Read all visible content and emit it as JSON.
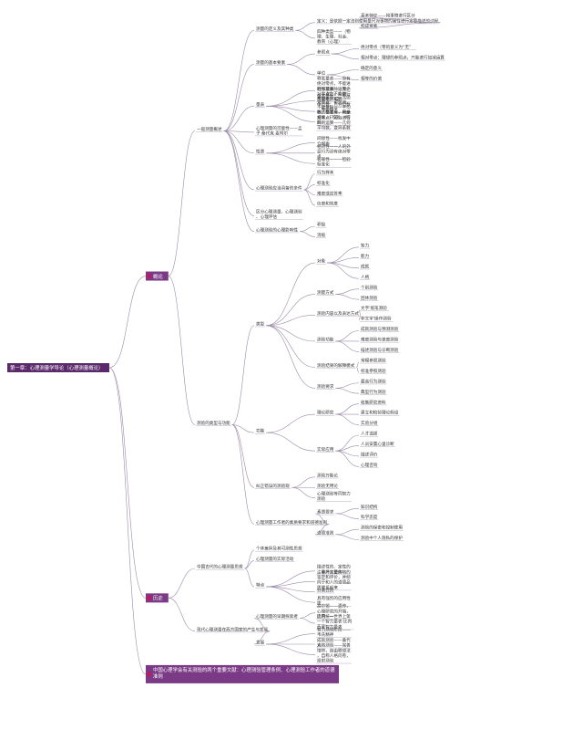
{
  "colors": {
    "root_bg": "#5b2a6b",
    "section_bg": "#7b3a86",
    "accent_pink": "#c2185b",
    "line": "#9a8aa8",
    "text": "#333333"
  },
  "root": "第一章：心理测量学导论（心理测量概论）",
  "sections": [
    {
      "label": "概论",
      "children": [
        {
          "label": "一般测量概述",
          "children": [
            {
              "label": "测量的定义及其种类",
              "children": [
                {
                  "label": "定义：是依据一定法则使用量尺对事物的属性进行定量描述的过程",
                  "children": [
                    {
                      "label": "基本特征——将事物进行区分"
                    },
                    {
                      "label": "构成要素"
                    }
                  ]
                },
                {
                  "label": "四种类型——（物理、生理、社会、教育（心理）"
                }
              ]
            },
            {
              "label": "测量的基本要素",
              "children": [
                {
                  "label": "参照点",
                  "children": [
                    {
                      "label": "绝对零点（零的意义为“无”"
                    },
                    {
                      "label": "相对零点：理想的参照点，只能进行加减运算"
                    }
                  ]
                },
                {
                  "label": "单位",
                  "children": [
                    {
                      "label": "确定的意义"
                    },
                    {
                      "label": "相等的价值"
                    }
                  ]
                }
              ]
            },
            {
              "label": "量表",
              "children": [
                {
                  "label": "称名量表——没有绝对零点，不能进行加减乘除运算，——次数，众数，百分比，X2"
                },
                {
                  "label": "顺序量表——无绝对零点，不能进行加减乘除运算——中位数，百分位数，等级相关"
                },
                {
                  "label": "等距量表——无绝对零点，可加减，不能乘除——平均数，标准差，积差相关，F检验，t检验"
                },
                {
                  "label": "等比量表——有绝对零点，可以进行四则运算——几何平均数，变异系数"
                }
              ]
            },
            {
              "label": "心理测量的可能性——孟子 桑代克 麦柯尔"
            },
            {
              "label": "性质",
              "children": [
                {
                  "label": "间接性——找发中介媒质"
                },
                {
                  "label": "相对性——人的外显行为没有绝对零点"
                },
                {
                  "label": "客观性———检验标准化"
                }
              ]
            },
            {
              "label": "心理测验应当具备的条件",
              "children": [
                {
                  "label": "行为样本"
                },
                {
                  "label": "标准化"
                },
                {
                  "label": "难度或应答率"
                },
                {
                  "label": "信度和效度"
                }
              ]
            },
            {
              "label": "区分心理测量、心理测验、心理评估"
            },
            {
              "label": "心理测验的心理影响性",
              "children": [
                {
                  "label": "积极"
                },
                {
                  "label": "消极"
                }
              ]
            }
          ]
        },
        {
          "label": "测验的类型与功能",
          "children": [
            {
              "label": "类型",
              "children": [
                {
                  "label": "对象",
                  "children": [
                    {
                      "label": "智力"
                    },
                    {
                      "label": "能力"
                    },
                    {
                      "label": "成就"
                    },
                    {
                      "label": "人格"
                    }
                  ]
                },
                {
                  "label": "测量方式",
                  "children": [
                    {
                      "label": "个别测验"
                    },
                    {
                      "label": "团体测验"
                    }
                  ]
                },
                {
                  "label": "测验内容以及表达方式",
                  "children": [
                    {
                      "label": "文字'纸笔测验"
                    },
                    {
                      "label": "非文字'操作测验"
                    }
                  ]
                },
                {
                  "label": "测验功能",
                  "children": [
                    {
                      "label": "成就测验与预测测验"
                    },
                    {
                      "label": "难度测验与速度测验"
                    },
                    {
                      "label": "描述测验与诊断测验"
                    }
                  ]
                },
                {
                  "label": "测验结果的解释模式",
                  "children": [
                    {
                      "label": "常模参照测验"
                    },
                    {
                      "label": "标准参照测验"
                    }
                  ]
                },
                {
                  "label": "测验要求",
                  "children": [
                    {
                      "label": "最高行为测验"
                    },
                    {
                      "label": "典型行为测验"
                    }
                  ]
                }
              ]
            },
            {
              "label": "功能",
              "children": [
                {
                  "label": "理论研究",
                  "children": [
                    {
                      "label": "收集研究资料"
                    },
                    {
                      "label": "建立和检验理论假设"
                    },
                    {
                      "label": "实验分组"
                    }
                  ]
                },
                {
                  "label": "实际应用",
                  "children": [
                    {
                      "label": "人才选拔"
                    },
                    {
                      "label": "人员安置心里诊断"
                    },
                    {
                      "label": "描述评价"
                    },
                    {
                      "label": "心理咨询"
                    }
                  ]
                }
              ]
            },
            {
              "label": "纠正错误的测验观",
              "children": [
                {
                  "label": "测验万能论"
                },
                {
                  "label": "测验无用论"
                },
                {
                  "label": "心理测验等同智力测验"
                }
              ]
            },
            {
              "label": "心理测量工作者的素质要求和道德准则",
              "children": [
                {
                  "label": "素质要求",
                  "children": [
                    {
                      "label": "知识结构"
                    },
                    {
                      "label": "科学态度"
                    }
                  ]
                },
                {
                  "label": "道德准则",
                  "children": [
                    {
                      "label": "测验的保密和控制使用"
                    },
                    {
                      "label": "测验中个人隐私的保护"
                    }
                  ]
                }
              ]
            }
          ]
        }
      ]
    },
    {
      "label": "历史",
      "children": [
        {
          "label": "中国古代的心理测量思想",
          "children": [
            {
              "label": "个体差异及其可测性思想"
            },
            {
              "label": "心理测量的实际活动"
            },
            {
              "label": "特点",
              "children": [
                {
                  "label": "描述性的、定性的、非严定量的"
                },
                {
                  "label": "注重对人整体格的鉴定和评价，并倾向于和人的道德品质联系起来"
                },
                {
                  "label": "分类式的"
                },
                {
                  "label": "具有强烈的应用性质"
                }
              ]
            }
          ]
        },
        {
          "label": "现代心理测量在西方国家的产生与发展",
          "children": [
            {
              "label": "心理测量的早期探索者",
              "children": [
                {
                  "label": "高尔顿——遗传，心理研究的开端，应用统一"
                },
                {
                  "label": "比内——世界上第一个智力量表·比内西蒙智力量表"
                }
              ]
            },
            {
              "label": "发展",
              "children": [
                {
                  "label": "智力测验阶段——韦氏精神"
                },
                {
                  "label": "成就测验——桑代克"
                },
                {
                  "label": "人格测验——完善培林，自由联想法，自称人格问卷，投射测验"
                }
              ]
            }
          ]
        }
      ]
    },
    {
      "label": "中国心理学会有关测验的两个重要文献：心理测验管理条例、心理测验工作者的道德准则",
      "children": []
    }
  ]
}
